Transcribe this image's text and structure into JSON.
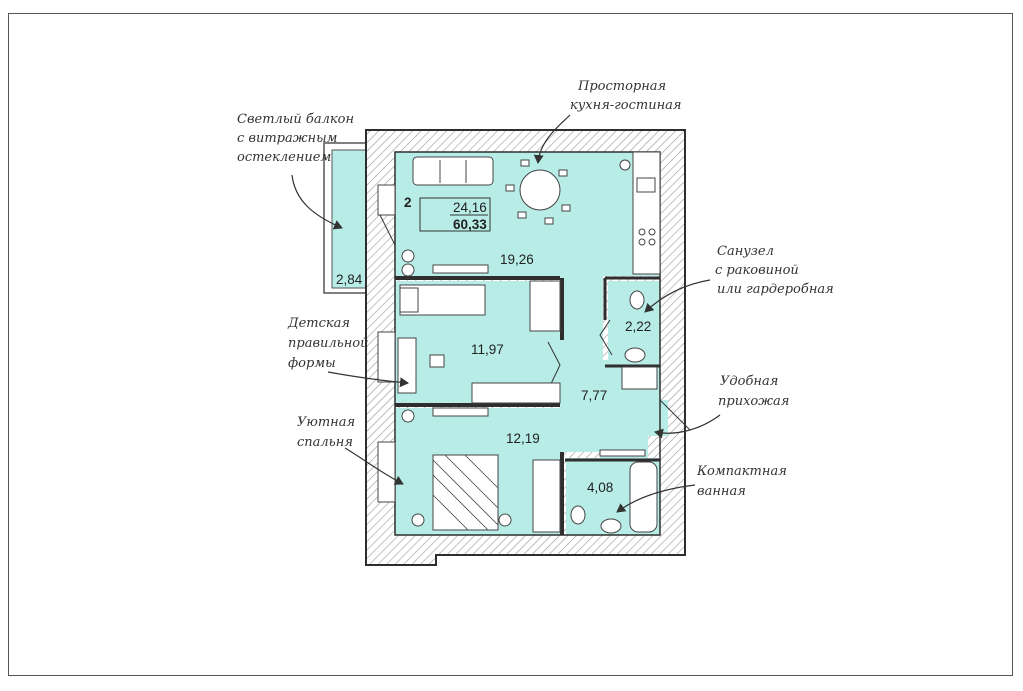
{
  "colors": {
    "room": "#b8ece6",
    "wall": "#2e2e2e",
    "hatch": "#9a9a9a",
    "line": "#333333"
  },
  "apartment": {
    "rooms_count": "2",
    "living_area": "24,16",
    "total_area": "60,33"
  },
  "rooms": {
    "balcony": "2,84",
    "kitchen": "19,26",
    "kids": "11,97",
    "bedroom": "12,19",
    "hall": "7,77",
    "wc": "2,22",
    "bath": "4,08"
  },
  "notes": {
    "kitchen": [
      "Просторная",
      "кухня-гостиная"
    ],
    "balcony": [
      "Светлый балкон",
      "с витражным",
      "остеклением"
    ],
    "wc": [
      "Санузел",
      "с раковиной",
      "или гардеробная"
    ],
    "kids": [
      "Детская",
      "правильной",
      "формы"
    ],
    "hall": [
      "Удобная",
      "прихожая"
    ],
    "bedroom": [
      "Уютная",
      "спальня"
    ],
    "bath": [
      "Компактная",
      "ванная"
    ]
  },
  "icons": [
    "sofa-icon",
    "dining-table-icon",
    "stove-icon",
    "sink-icon",
    "toilet-icon",
    "washbasin-icon",
    "bathtub-icon",
    "bed-icon",
    "desk-icon",
    "wardrobe-icon",
    "plant-icon",
    "door-icon",
    "arrow-icon"
  ]
}
